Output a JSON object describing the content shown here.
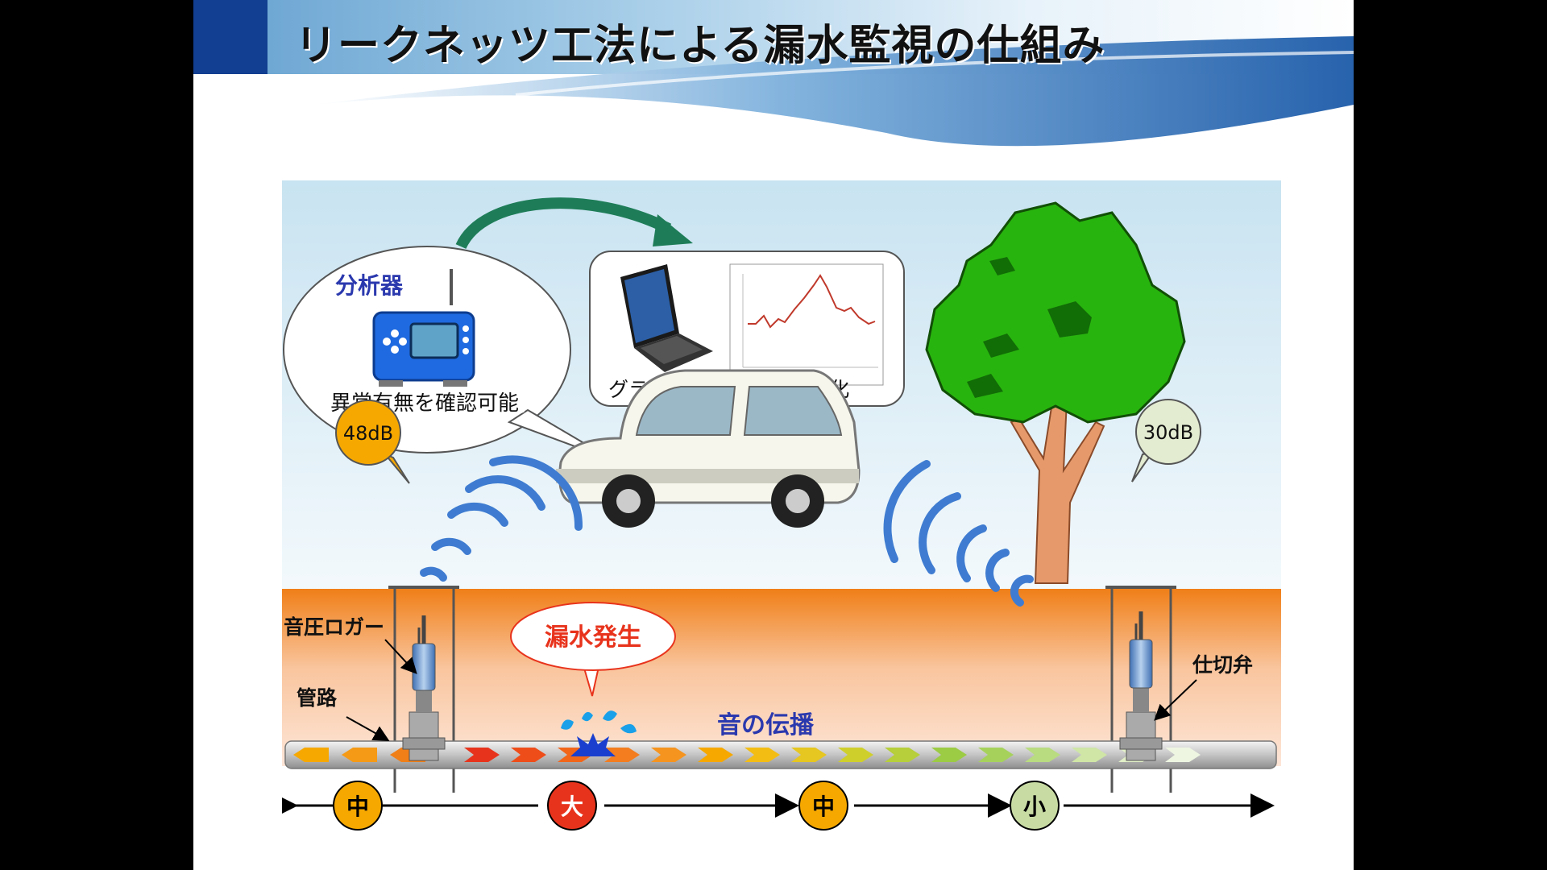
{
  "title": "リークネッツ工法による漏水監視の仕組み",
  "analyzer": {
    "label": "分析器",
    "caption": "異常有無を確認可能"
  },
  "graph": {
    "caption": "グラフ（図）による視覚化"
  },
  "bubbles": {
    "left_db": "48dB",
    "right_db": "30dB",
    "leak": "漏水発生"
  },
  "labels": {
    "logger": "音圧ロガー",
    "pipe": "管路",
    "valve": "仕切弁",
    "propagation": "音の伝播"
  },
  "levels": [
    "中",
    "大",
    "中",
    "小"
  ],
  "colors": {
    "accent_blue": "#123f91",
    "leak_red": "#e8331c",
    "level_orange": "#f6a800",
    "level_green": "#c8dba3"
  }
}
